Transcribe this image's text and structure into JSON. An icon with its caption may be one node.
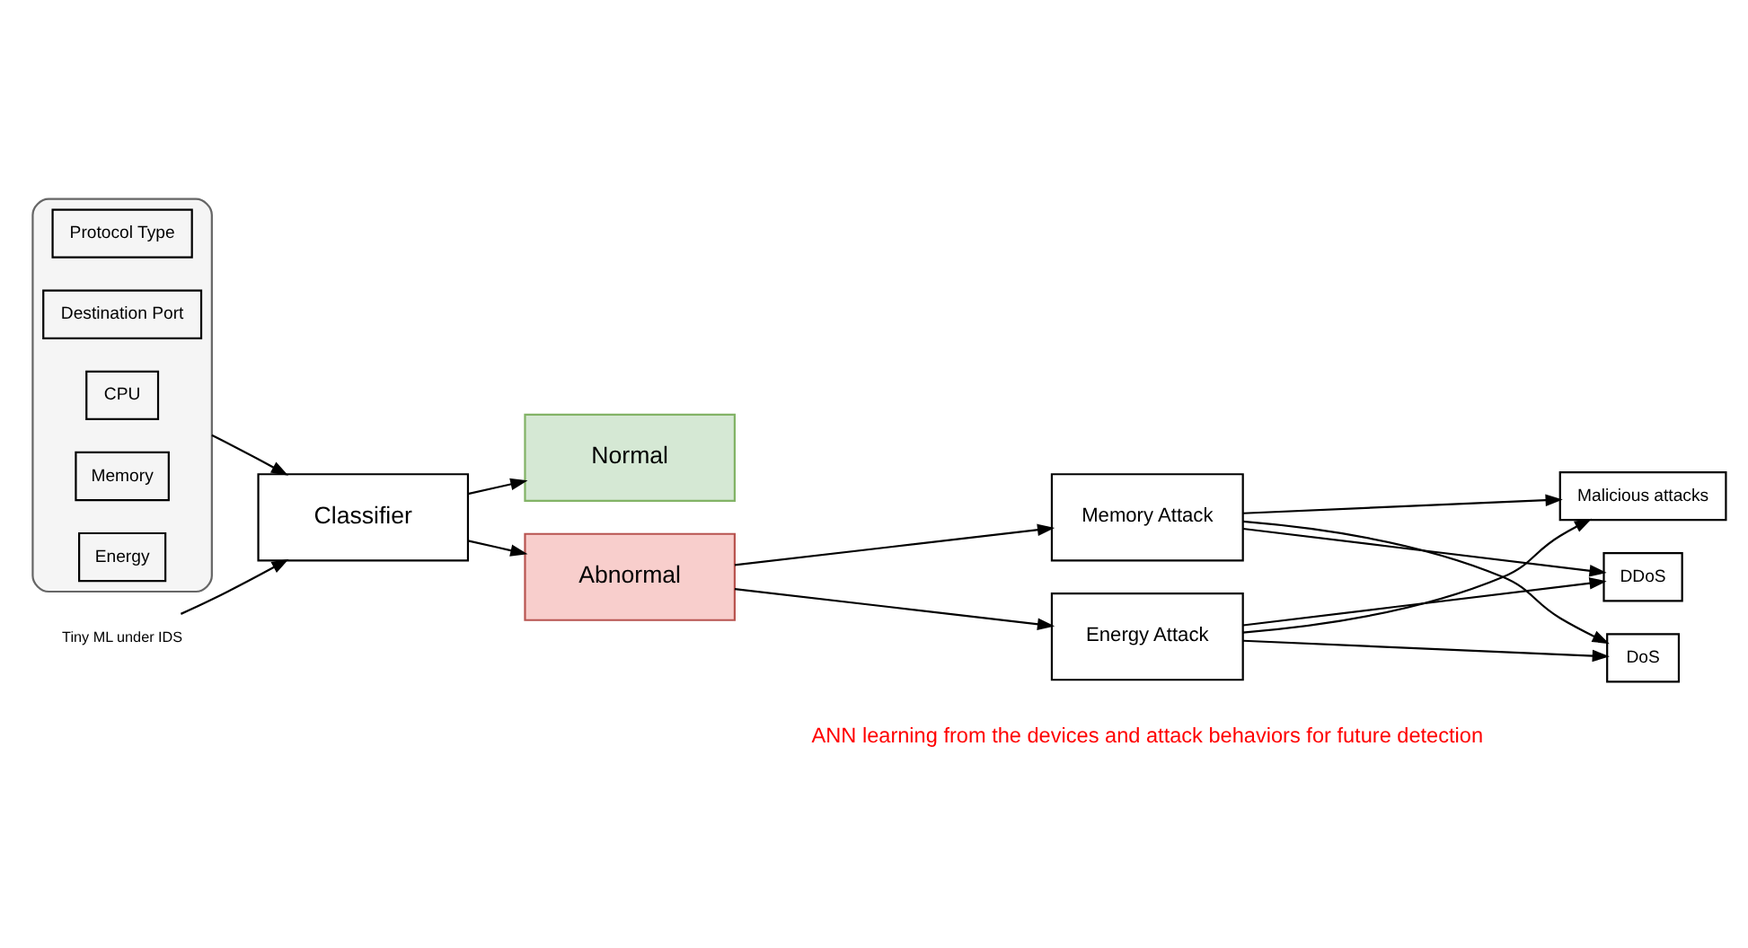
{
  "diagram": {
    "nodes": [
      {
        "text": [],
        "shape": "box"
      },
      {
        "text": [
          "Protocol Type"
        ],
        "in": 0
      },
      {
        "text": [
          "Destination Port"
        ],
        "in": 0
      },
      {
        "text": [
          "CPU"
        ],
        "in": 0
      },
      {
        "text": [
          "Memory"
        ],
        "in": 0
      },
      {
        "text": [
          "Energy"
        ],
        "in": 0
      },
      {
        "text": [
          "Classifier"
        ]
      },
      {
        "text": [
          "Tiny ML under IDS"
        ]
      },
      {
        "text": [
          "Abnormal"
        ]
      },
      {
        "text": [
          "Normal"
        ]
      },
      {
        "text": [
          "Energy Attack"
        ]
      },
      {
        "text": [
          "Memory Attack"
        ]
      },
      {
        "text": [
          "DoS"
        ]
      },
      {
        "text": [
          "DDoS"
        ]
      },
      {
        "text": [
          "Malicious attacks"
        ]
      }
    ],
    "edges": [
      {
        "from": 0,
        "to": 6,
        "arrow": "to"
      },
      {
        "from": 7,
        "to": 6,
        "arrow": "to"
      },
      {
        "from": 6,
        "to": 8,
        "arrow": "to"
      },
      {
        "from": 6,
        "to": 9,
        "arrow": "to"
      },
      {
        "from": 8,
        "to": 10,
        "arrow": "to"
      },
      {
        "from": 8,
        "to": 11,
        "arrow": "to"
      },
      {
        "from": 10,
        "to": 12,
        "arrow": "to"
      },
      {
        "from": 10,
        "to": 13,
        "arrow": "to"
      },
      {
        "from": 10,
        "to": 14,
        "arrow": "to"
      },
      {
        "from": 11,
        "to": 12,
        "arrow": "to"
      },
      {
        "from": 11,
        "to": 13,
        "arrow": "to"
      },
      {
        "from": 11,
        "to": 14,
        "arrow": "to"
      }
    ],
    "labels": [
      "ANN learning from the devices and attack behaviors for future detection"
    ]
  }
}
